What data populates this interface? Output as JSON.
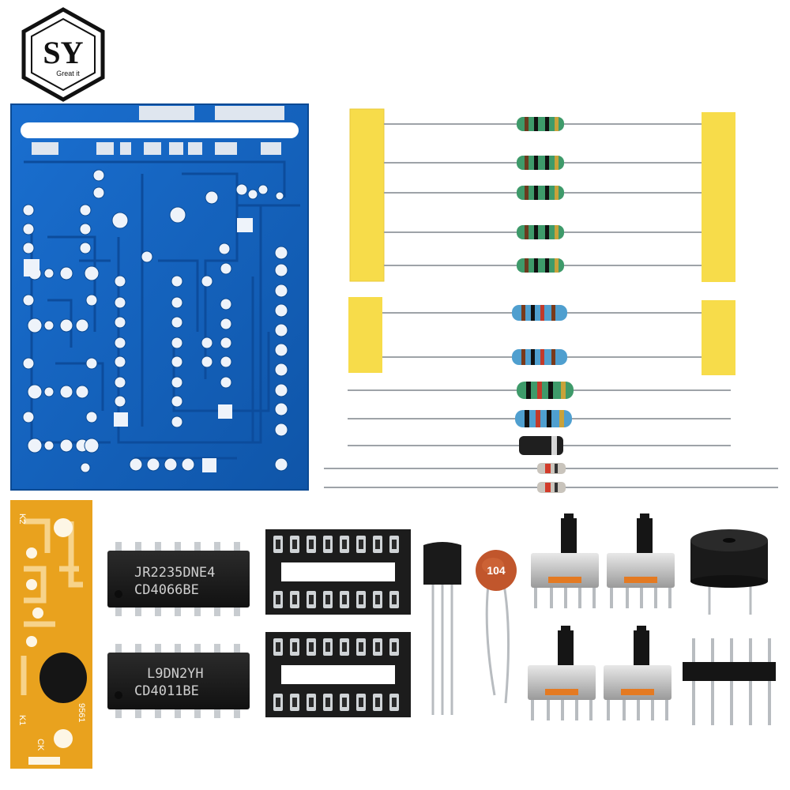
{
  "logo": {
    "letters": "SY",
    "tagline": "Great it"
  },
  "ics": {
    "top_line1": "JR2235DNE4",
    "top_line2": "CD4066BE",
    "bottom_line1": "L9DN2YH",
    "bottom_line2": "CD4011BE"
  },
  "capacitor": {
    "code": "104"
  },
  "sound_module": {
    "label_k2": "K2",
    "label_k1": "K1",
    "label_ck": "CK",
    "label_model": "9561"
  },
  "colors": {
    "pcb_blue": "#1565c0",
    "tape_yellow": "#f7dc4a",
    "module_orange": "#e9a21e",
    "chip_black": "#1c1c1c"
  }
}
